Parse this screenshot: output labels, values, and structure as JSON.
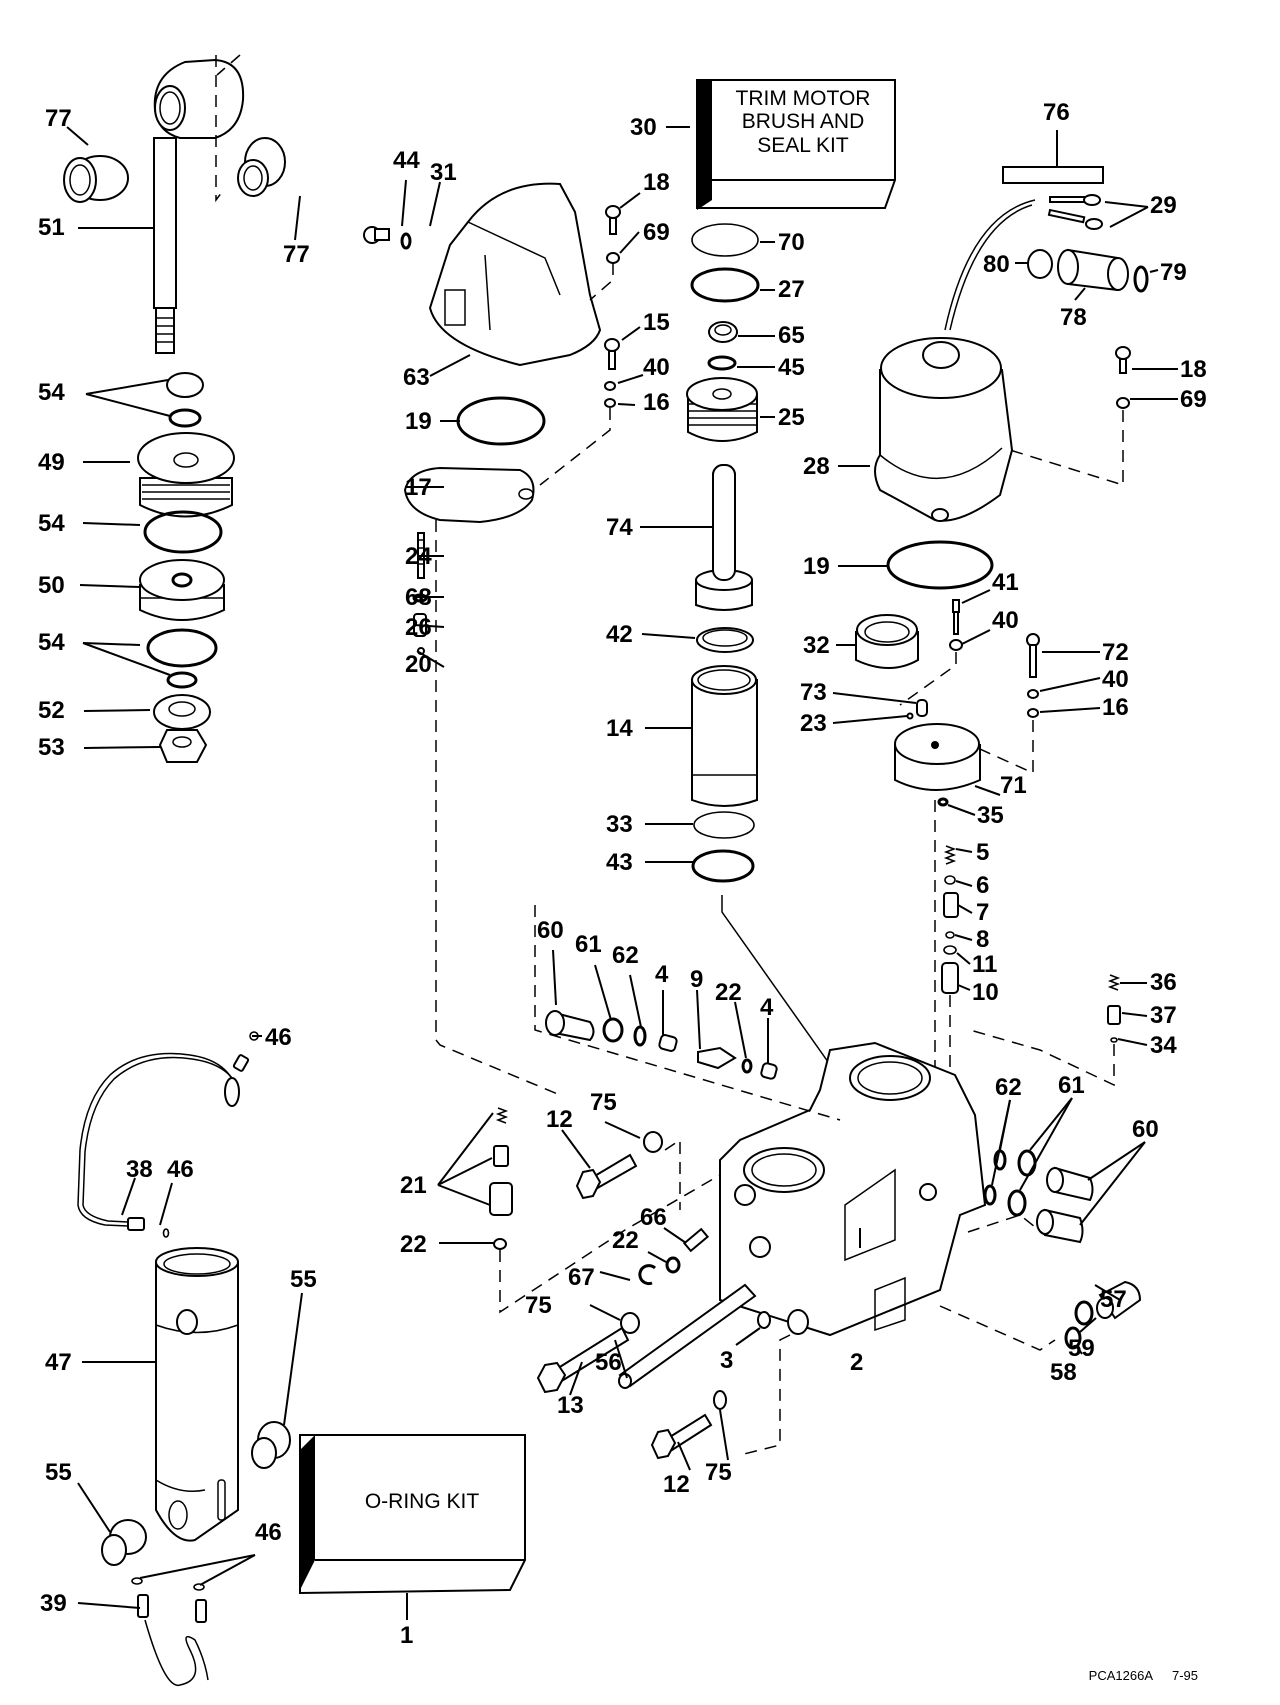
{
  "diagram": {
    "title": "Power Trim/Tilt Hydraulic Assembly – Exploded View",
    "drawing_code": "PCA1266A",
    "date_code": "7-95",
    "kits": {
      "trim_motor_kit": {
        "ref": "30",
        "lines": [
          "TRIM MOTOR",
          "BRUSH AND",
          "SEAL KIT"
        ]
      },
      "oring_kit": {
        "ref": "1",
        "lines": [
          "O-RING KIT"
        ]
      }
    },
    "callouts": {
      "c77a": "77",
      "c51": "51",
      "c77b": "77",
      "c54a": "54",
      "c49": "49",
      "c54b": "54",
      "c50": "50",
      "c54c": "54",
      "c52": "52",
      "c53": "53",
      "c44": "44",
      "c31": "31",
      "c63": "63",
      "c19a": "19",
      "c17": "17",
      "c24": "24",
      "c68": "68",
      "c26": "26",
      "c20": "20",
      "c30": "30",
      "c18a": "18",
      "c69a": "69",
      "c15": "15",
      "c40a": "40",
      "c16a": "16",
      "c70": "70",
      "c27": "27",
      "c65": "65",
      "c45": "45",
      "c25": "25",
      "c74": "74",
      "c42": "42",
      "c14": "14",
      "c33": "33",
      "c43": "43",
      "c76": "76",
      "c29": "29",
      "c80": "80",
      "c79": "79",
      "c78": "78",
      "c18b": "18",
      "c69b": "69",
      "c28": "28",
      "c19b": "19",
      "c41": "41",
      "c40b": "40",
      "c32": "32",
      "c72": "72",
      "c40c": "40",
      "c16b": "16",
      "c73": "73",
      "c23": "23",
      "c71": "71",
      "c35": "35",
      "c5": "5",
      "c6": "6",
      "c7": "7",
      "c8": "8",
      "c11": "11",
      "c10": "10",
      "c36": "36",
      "c37": "37",
      "c34": "34",
      "c60a": "60",
      "c61a": "61",
      "c62a": "62",
      "c4a": "4",
      "c9": "9",
      "c22a": "22",
      "c4b": "4",
      "c62b": "62",
      "c61b": "61",
      "c60b": "60",
      "c46a": "46",
      "c38": "38",
      "c46b": "46",
      "c21": "21",
      "c22b": "22",
      "c12a": "12",
      "c75a": "75",
      "c66": "66",
      "c22c": "22",
      "c67": "67",
      "c75b": "75",
      "c3": "3",
      "c2": "2",
      "c57": "57",
      "c59": "59",
      "c58": "58",
      "c47": "47",
      "c55a": "55",
      "c55b": "55",
      "c56": "56",
      "c13": "13",
      "c12b": "12",
      "c75c": "75",
      "c1": "1",
      "c46c": "46",
      "c39": "39"
    }
  }
}
